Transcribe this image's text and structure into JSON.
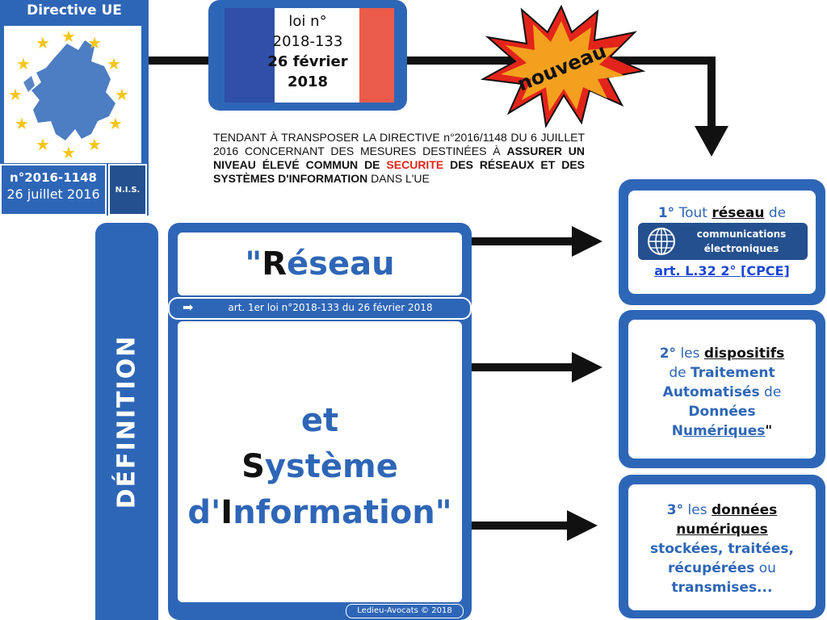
{
  "eu": {
    "title": "Directive UE",
    "number": "n°2016-1148",
    "date": "26 juillet 2016",
    "badge": "N.I.S."
  },
  "law": {
    "line1": "loi n°",
    "line2": "2018-133",
    "line3": "26 février",
    "line4": "2018"
  },
  "burst": {
    "label": "nouveau"
  },
  "subtitle": {
    "part1": "TENDANT À TRANSPOSER LA DIRECTIVE n°2016/1148 DU 6 JUILLET 2016 CONCERNANT DES MESURES DESTINÉES À ",
    "part2": "ASSURER UN NIVEAU ÉLEVÉ COMMUN DE ",
    "part3": "SECURITE",
    "part4": " DES RÉSEAUX ET DES SYSTÈMES D'INFORMATION",
    "part5": " DANS L'UE"
  },
  "definition": {
    "label": "DÉFINITION"
  },
  "main": {
    "reseau_q": "\"",
    "reseau_R": "R",
    "reseau_rest": "éseau",
    "ref_arrow": "➡",
    "ref": "art. 1er loi n°2018-133 du 26 février 2018",
    "sys_et": "et",
    "sys_S": "S",
    "sys_ysteme": "ystème",
    "sys_d": "d'",
    "sys_I": "I",
    "sys_nformation": "nformation\"",
    "copyright": "Ledieu-Avocats © 2018"
  },
  "right": {
    "r1": {
      "num": "1°",
      "text1": " Tout ",
      "word": "réseau",
      "text2": " de",
      "pill_line1": "communications",
      "pill_line2": "électroniques",
      "link": "art. L.32 2° [CPCE]"
    },
    "r2": {
      "num": "2°",
      "t1": " les ",
      "dispositifs": "dispositifs",
      "t2": "de ",
      "traitement": "Traitement",
      "automatises": "Automatisés",
      "t3": " de",
      "donnees": "Données",
      "n": "N",
      "umeriques": "umériques",
      "end": "\""
    },
    "r3": {
      "num": "3°",
      "t1": " les ",
      "donnees": "données",
      "numeriques": "numériques",
      "stockees": "stockées, traitées,",
      "recuperees": "récupérées",
      "ou": " ou",
      "transmises": "transmises..."
    }
  },
  "colors": {
    "primary_blue": "#2e66b7",
    "dark_blue": "#24508f",
    "flag_blue": "#2f4fa8",
    "flag_red": "#ea5b49",
    "burst_orange": "#f2a01e",
    "burst_red": "#e3241b",
    "link_blue": "#1a47d6"
  },
  "icons": [
    "eu-map-icon",
    "eu-star-icon",
    "globe-icon",
    "arrow-right-icon",
    "explosion-burst-icon"
  ]
}
